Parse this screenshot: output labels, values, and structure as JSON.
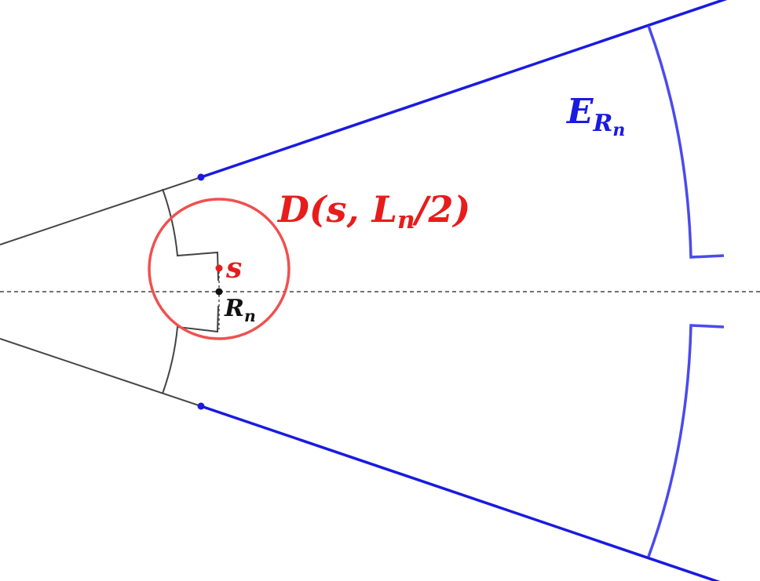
{
  "colors": {
    "background": "#ffffff",
    "sector": "#1a1ae0",
    "arc": "#4a4af0",
    "disk": "#f05050",
    "point_s": "#e81c1c",
    "inner_boundary": "#444444",
    "axis": "#444444",
    "point_rn": "#111111"
  },
  "labels": {
    "E": {
      "main": "E",
      "sub_main": "R",
      "sub_sub": "n"
    },
    "D": {
      "text": "D(s, L",
      "sub": "n",
      "tail": "/2)"
    },
    "s": {
      "text": "s"
    },
    "Rn": {
      "main": "R",
      "sub": "n"
    }
  }
}
